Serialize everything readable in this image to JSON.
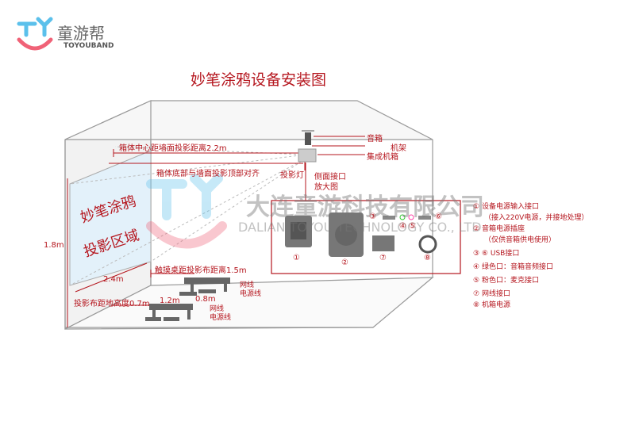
{
  "logo": {
    "name_cn": "童游帮",
    "name_en": "TOYOUBAND"
  },
  "title": "妙笔涂鸦设备安装图",
  "watermark": {
    "cn": "大连童游科技有限公司",
    "en": "DALIAN TOYOU TECHNOLOGY CO., LTD"
  },
  "screen": {
    "line1": "妙笔涂鸦",
    "line2": "投影区域"
  },
  "labels": {
    "box_center_distance": "箱体中心距墙面投影距离2.2m",
    "box_bottom_align": "箱体底部与墙面投影顶部对齐",
    "projector_light": "投影灯",
    "side_port": "侧面接口",
    "zoomed_view": "放大图",
    "speaker": "音箱",
    "rack": "机架",
    "integrated_box": "集成机箱",
    "height": "1.8m",
    "width": "2.4m",
    "table_distance": "触摸桌距投影布距离1.5m",
    "screen_floor_height": "投影布距地高度0.7m",
    "table_len": "1.2m",
    "table_wid": "0.8m",
    "network_cable": "网线",
    "power_cable": "电源线"
  },
  "ports": [
    "①",
    "②",
    "③",
    "④",
    "⑤",
    "⑥",
    "⑦",
    "⑧"
  ],
  "legend": [
    {
      "num": "①",
      "text": "设备电源输入接口",
      "sub": "（接入220V电源，并接地处理）"
    },
    {
      "num": "②",
      "text": "音箱电源插座",
      "sub": "（仅供音箱供电使用）"
    },
    {
      "num": "③ ⑥",
      "text": "USB接口"
    },
    {
      "num": "④",
      "text": "绿色口：音箱音频接口"
    },
    {
      "num": "⑤",
      "text": "粉色口：麦克接口"
    },
    {
      "num": "⑦",
      "text": "网线接口"
    },
    {
      "num": "⑧",
      "text": "机箱电源"
    }
  ],
  "colors": {
    "accent": "#b5161e",
    "blue": "#5bc0eb",
    "pink": "#f06277"
  }
}
